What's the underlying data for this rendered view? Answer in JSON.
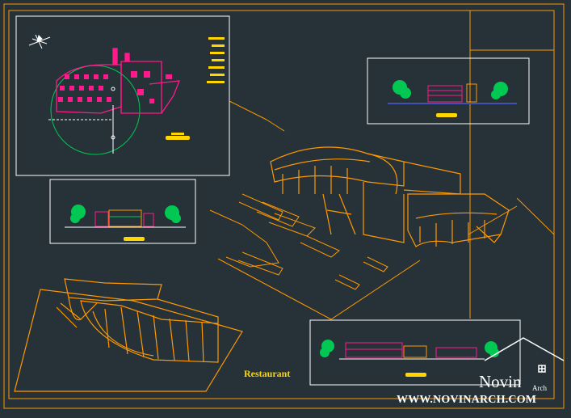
{
  "colors": {
    "background": "#263238",
    "frame": "#ff9800",
    "magenta": "#ff1a8c",
    "green": "#00c853",
    "yellow": "#ffd600",
    "white": "#ffffff"
  },
  "drawing": {
    "title": "Restaurant"
  },
  "watermark": {
    "brand": "Novin",
    "suffix": "Arch",
    "url": "WWW.NOVINARCH.COM"
  }
}
